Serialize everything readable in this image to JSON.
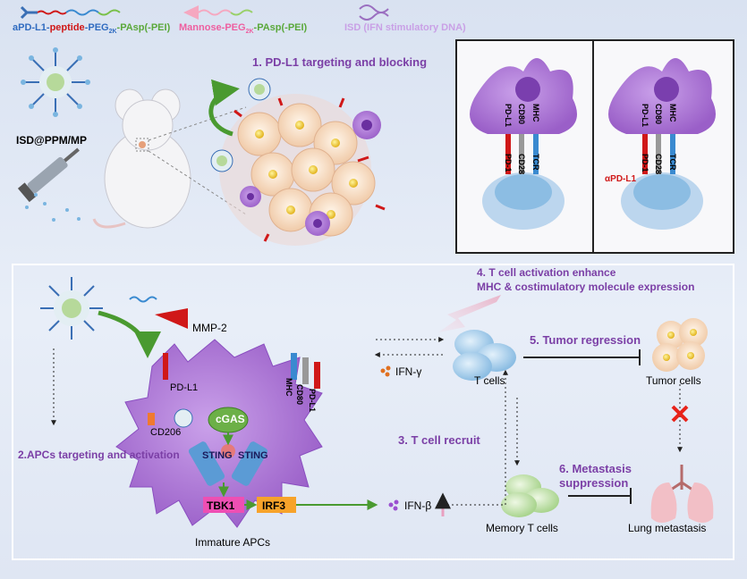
{
  "legend": {
    "item1": {
      "p1": "aPD-L1-",
      "p2": "peptide",
      "p3": "-PEG",
      "sub": "2K",
      "p4": "-PAsp(-PEI)"
    },
    "item2": {
      "p1": "Mannose-PEG",
      "sub": "2K",
      "p2": "-PAsp(-PEI)"
    },
    "item3": "ISD (IFN stimulatory DNA)"
  },
  "steps": {
    "s1": "1. PD-L1 targeting and blocking",
    "s2": "2.APCs targeting and activation",
    "s3": "3. T cell recruit",
    "s4a": "4. T cell activation enhance",
    "s4b": "MHC & costimulatory molecule expression",
    "s5": "5. Tumor regression",
    "s6a": "6. Metastasis",
    "s6b": "suppression"
  },
  "labels": {
    "isd": "ISD@PPM/MP",
    "mmp2": "MMP-2",
    "pdl1": "PD-L1",
    "cd206": "CD206",
    "cgas": "cGAS",
    "sting": "STING",
    "tbk1": "TBK1",
    "irf3": "IRF3",
    "mhc": "MHC",
    "cd80": "CD80",
    "ifng": "IFN-γ",
    "ifnb": "IFN-β",
    "tcells": "T cells",
    "tumor": "Tumor cells",
    "memory": "Memory T cells",
    "lung": "Lung metastasis",
    "immature": "Immature APCs",
    "pd1": "PD-1",
    "cd28": "CD28",
    "tcr": "TCR",
    "apdl1": "αPD-L1"
  },
  "colors": {
    "purple": "#7b3fa6",
    "apc": "#b07ad8",
    "red": "#d01818",
    "green": "#4a9a30",
    "blue": "#5b9bd5"
  }
}
